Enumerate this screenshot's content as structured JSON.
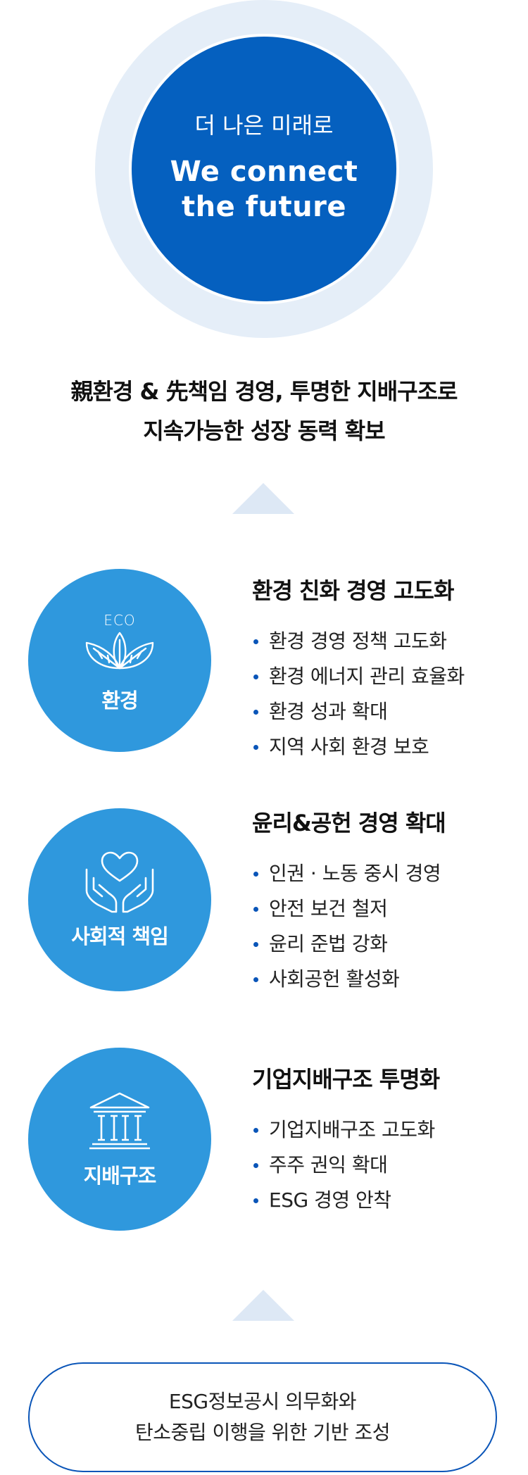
{
  "hero": {
    "kicker": "더 나은 미래로",
    "title_line1": "We connect",
    "title_line2": "the future"
  },
  "headline": {
    "line1": "親환경 & 先책임 경영, 투명한 지배구조로",
    "line2": "지속가능한 성장 동력 확보"
  },
  "pillars": [
    {
      "label": "환경",
      "icon": "leaf-icon",
      "icon_text": "ECO",
      "title": "환경 친화 경영 고도화",
      "items": [
        "환경 경영 정책 고도화",
        "환경 에너지 관리 효율화",
        "환경 성과 확대",
        "지역 사회 환경 보호"
      ]
    },
    {
      "label": "사회적 책임",
      "icon": "heart-hands-icon",
      "title": "윤리&공헌 경영 확대",
      "items": [
        "인권 · 노동 중시 경영",
        "안전 보건 철저",
        "윤리 준법 강화",
        "사회공헌 활성화"
      ]
    },
    {
      "label": "지배구조",
      "icon": "building-icon",
      "title": "기업지배구조 투명화",
      "items": [
        "기업지배구조 고도화",
        "주주 권익 확대",
        "ESG 경영 안착"
      ]
    }
  ],
  "footer": {
    "line1": "ESG정보공시 의무화와",
    "line2": "탄소중립 이행을 위한 기반 조성"
  },
  "colors": {
    "hero_ring": "#e5eef8",
    "hero_core": "#0560bf",
    "pillar": "#2f98dd",
    "accent": "#0a55b8",
    "triangle": "#dde8f5"
  }
}
